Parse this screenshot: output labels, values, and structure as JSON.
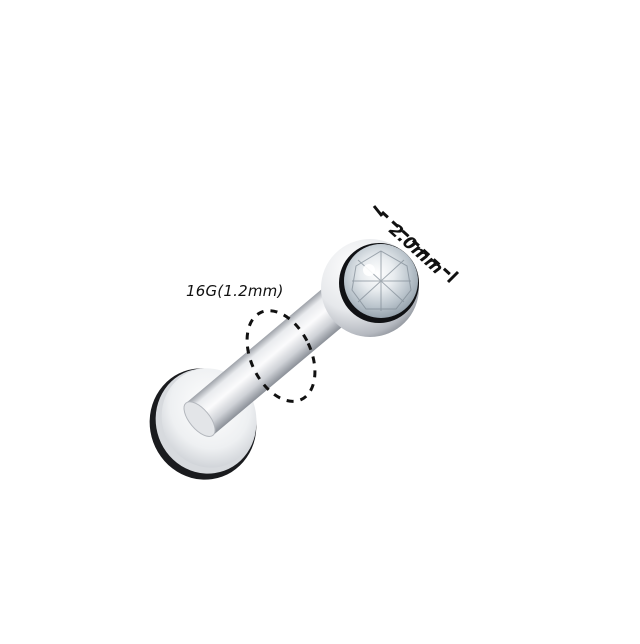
{
  "product": {
    "type": "labret stud",
    "material_look": "polished silver steel",
    "gem": "clear round crystal in bezel setting"
  },
  "annotations": {
    "gauge_label": "16G(1.2mm)",
    "ball_size_label": "2.0mm"
  },
  "colors": {
    "background": "#ffffff",
    "metal_light": "#f4f5f7",
    "metal_mid": "#c9ccd2",
    "metal_dark": "#5a5e66",
    "outline_dark": "#111111",
    "dash": "#111111"
  }
}
